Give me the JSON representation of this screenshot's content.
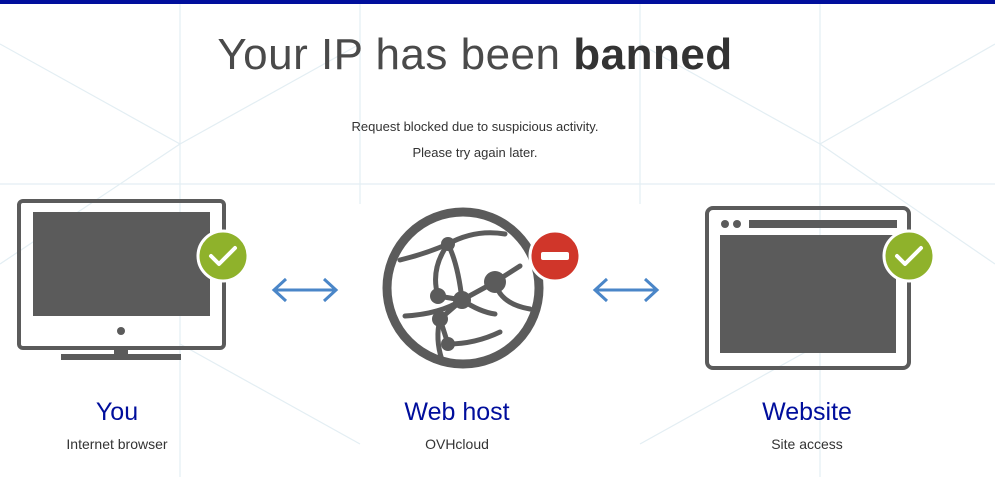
{
  "heading": {
    "prefix": "Your IP has been",
    "emphasis": "banned"
  },
  "message": {
    "line1": "Request blocked due to suspicious activity.",
    "line2": "Please try again later."
  },
  "columns": {
    "you": {
      "title": "You",
      "subtitle": "Internet browser",
      "status_icon": "check-icon"
    },
    "host": {
      "title": "Web host",
      "subtitle": "OVHcloud",
      "status_icon": "blocked-icon"
    },
    "website": {
      "title": "Website",
      "subtitle": "Site access",
      "status_icon": "check-icon"
    }
  },
  "colors": {
    "accent": "#000e9c",
    "ok": "#8fb22b",
    "error": "#d0362a",
    "arrow": "#4a86c8",
    "icon_gray": "#5b5b5b"
  }
}
